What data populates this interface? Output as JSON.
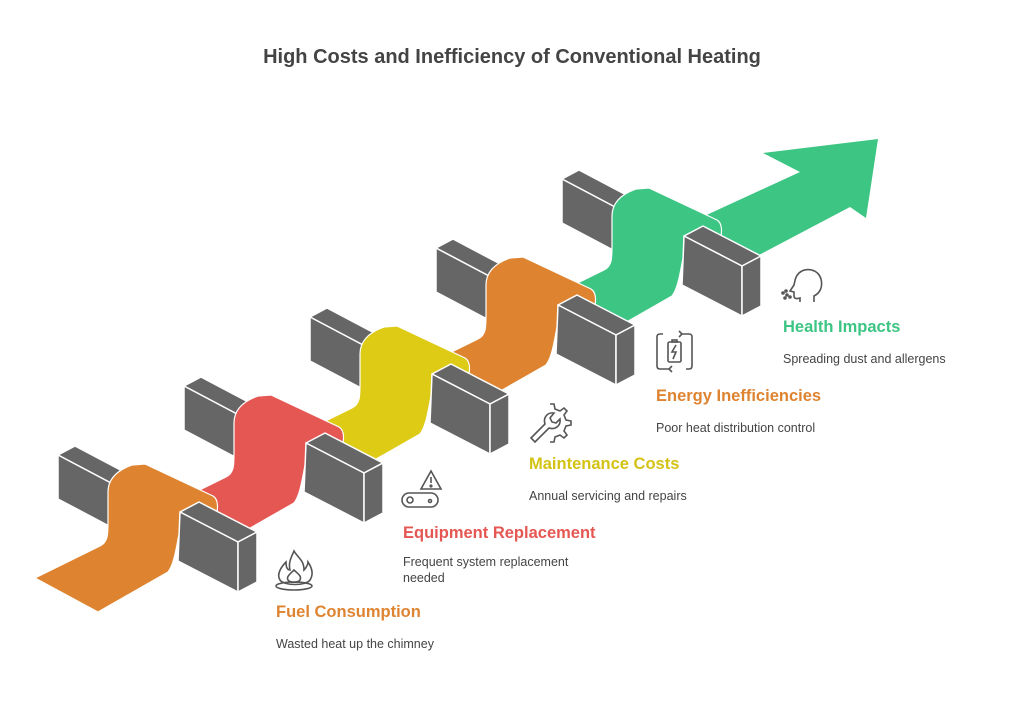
{
  "title": "High Costs and Inefficiency of Conventional Heating",
  "colors": {
    "orange": "#DE8431",
    "red": "#E55753",
    "yellow": "#DDCB16",
    "green": "#3DC584",
    "block": "#666666"
  },
  "steps": [
    {
      "label": "Fuel Consumption",
      "description": "Wasted heat up the chimney",
      "color": "#DE8431",
      "icon": "flame-icon"
    },
    {
      "label": "Equipment Replacement",
      "description": "Frequent system replacement needed",
      "color": "#E55753",
      "icon": "warning-belt-icon"
    },
    {
      "label": "Maintenance Costs",
      "description": "Annual servicing and repairs",
      "color": "#DDCB16",
      "icon": "wrench-gear-icon"
    },
    {
      "label": "Energy Inefficiencies",
      "description": "Poor heat distribution control",
      "color": "#DE8431",
      "icon": "battery-cycle-icon"
    },
    {
      "label": "Health Impacts",
      "description": "Spreading dust and allergens",
      "color": "#3DC584",
      "icon": "head-breathing-icon"
    }
  ]
}
